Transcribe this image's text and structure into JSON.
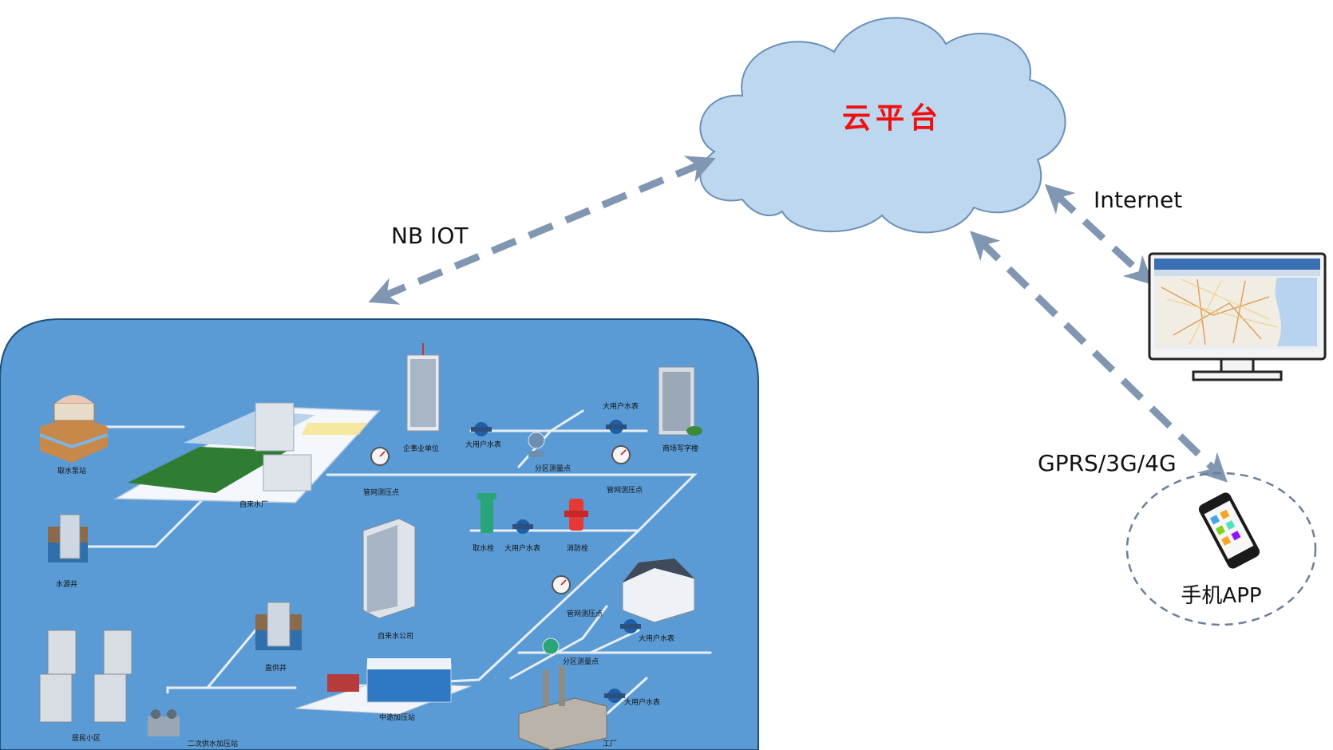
{
  "cloud": {
    "label": "云平台",
    "color": "#ee1111"
  },
  "links": {
    "nb_iot": "NB IOT",
    "internet": "Internet",
    "gprs": "GPRS/3G/4G"
  },
  "phone": {
    "label": "手机APP"
  },
  "colors": {
    "panel": "#5b9bd5",
    "arrow": "#8096b1",
    "pipe": "#e8eef6",
    "cloud_fill": "#bdd7ee",
    "cloud_stroke": "#6b8fb8"
  },
  "network": {
    "intake": "取水泵站",
    "plant": "自来水厂",
    "well": "水源井",
    "enterprise": "企事业单位",
    "big_meter_1": "大用户水表",
    "zone_point_1": "分区测量点",
    "big_meter_top": "大用户水表",
    "commercial": "商场写字楼",
    "pressure_1": "管网测压点",
    "pressure_2": "管网测压点",
    "hydrant_take": "取水栓",
    "big_meter_2": "大用户水表",
    "fire_hydrant": "消防栓",
    "water_company": "自来水公司",
    "pressure_3": "管网测压点",
    "big_meter_3": "大用户水表",
    "zone_point_2": "分区测量点",
    "direct_well": "直供井",
    "residential": "居民小区",
    "secondary_station": "二次供水加压站",
    "relay_station": "中途加压站",
    "big_meter_4": "大用户水表",
    "factory": "工厂"
  }
}
